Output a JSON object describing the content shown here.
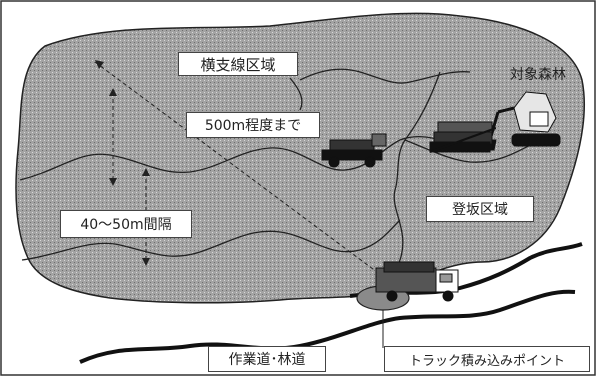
{
  "labels": {
    "yokoshisen": "横支線区域",
    "taisho": "対象森林",
    "distance": "500m程度まで",
    "tobo": "登坂区域",
    "interval": "40～50m間隔",
    "sagyodo": "作業道･林道",
    "truck": "トラック積み込みポイント"
  },
  "colors": {
    "area_fill": "#9a9a9a",
    "outline": "#222222",
    "road": "#111111",
    "loading_point": "#8a8a8a"
  },
  "icons": [
    "excavator-icon",
    "log-pile-icon",
    "forwarder-icon",
    "truck-icon"
  ]
}
